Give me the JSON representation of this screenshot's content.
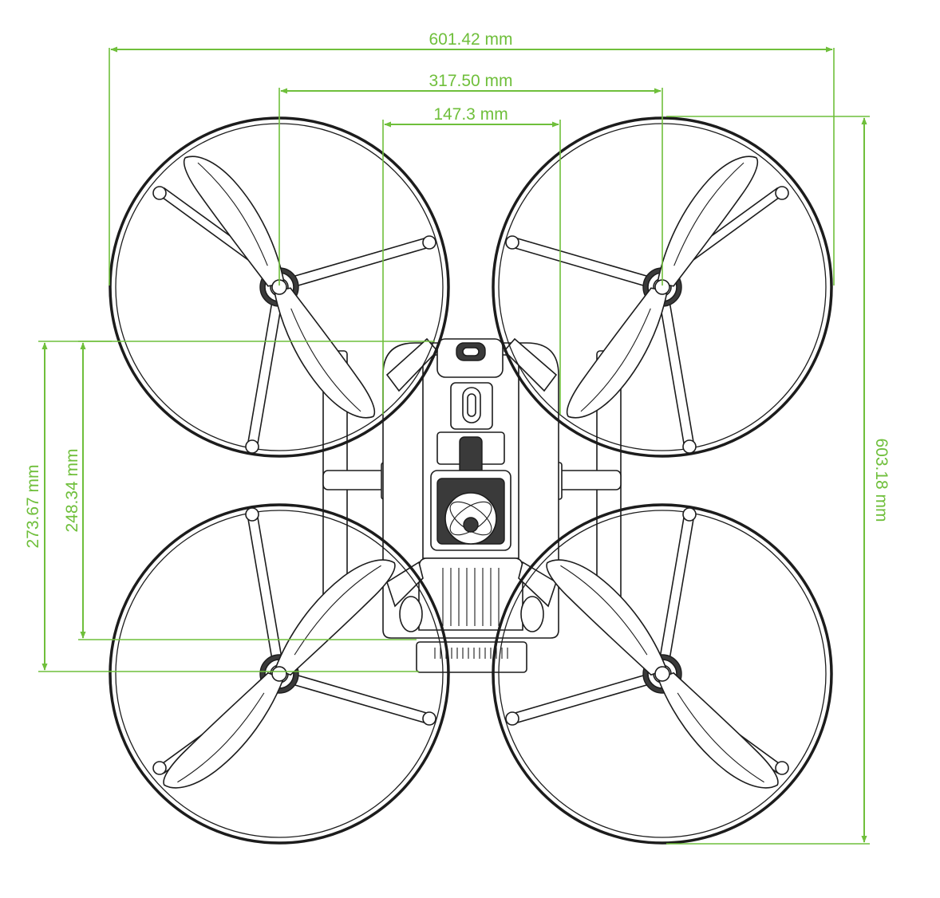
{
  "diagram": {
    "accent_color": "#6fbf3b",
    "line_color": "#1c1c1c",
    "dimensions": {
      "overall_width": "601.42 mm",
      "motor_spacing": "317.50 mm",
      "body_width": "147.3 mm",
      "overall_length": "603.18 mm",
      "guard_to_body_a": "273.67 mm",
      "guard_to_body_b": "248.34 mm"
    }
  }
}
